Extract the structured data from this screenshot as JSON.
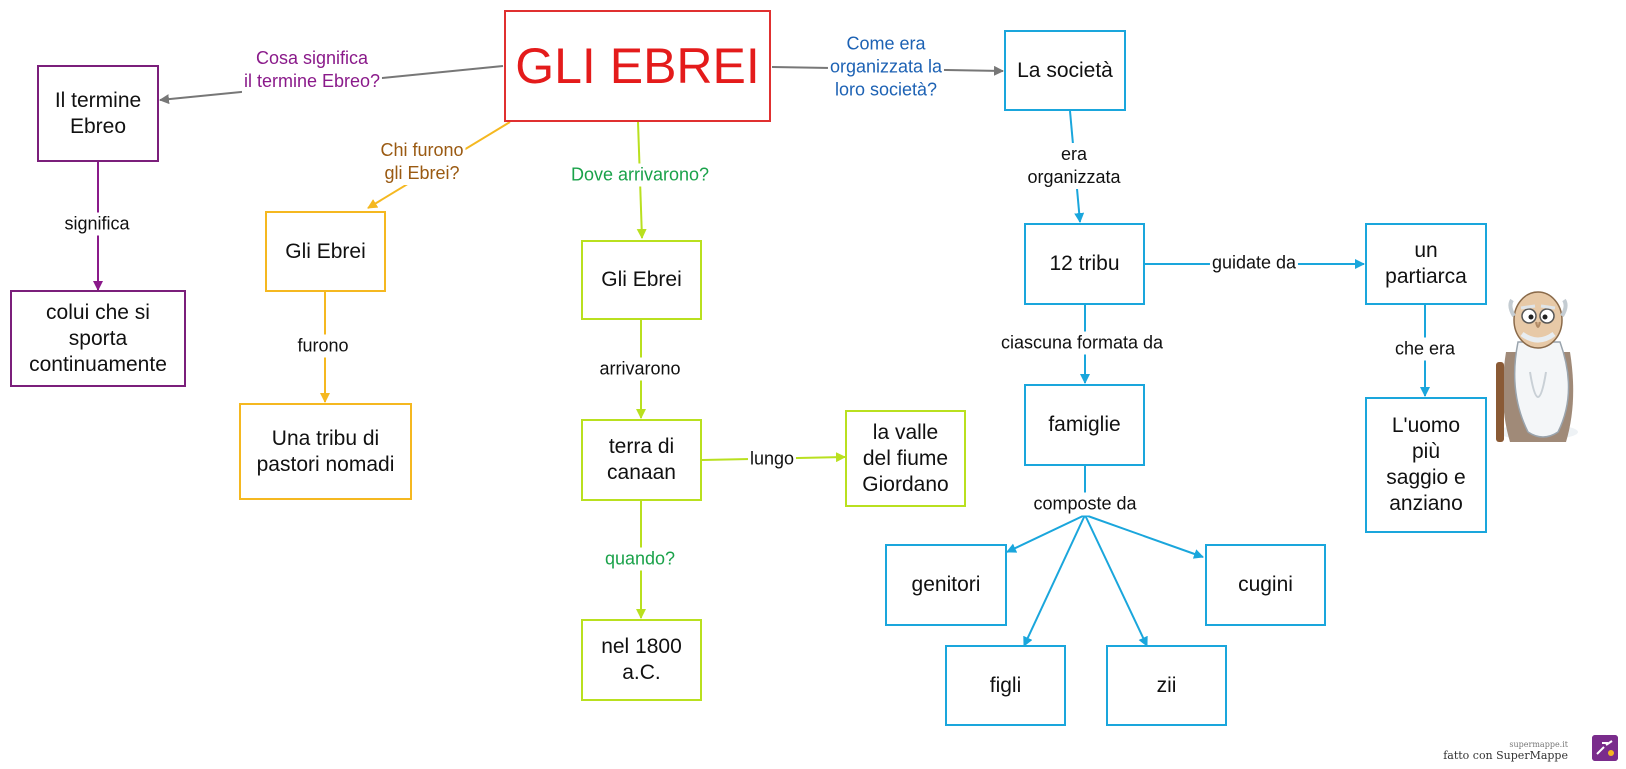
{
  "title": "GLI EBREI",
  "nodes": {
    "termine": "Il termine\nEbreo",
    "colui": "colui che si\nsporta\ncontinuamente",
    "ebrei_chi": "Gli Ebrei",
    "tribu_pastori": "Una tribu di\npastori nomadi",
    "ebrei_dove": "Gli Ebrei",
    "canaan": "terra di\ncanaan",
    "giordano": "la valle\ndel fiume\nGiordano",
    "anno": "nel 1800\na.C.",
    "societa": "La società",
    "tribu12": "12 tribu",
    "patriarca": "un\npartiarca",
    "uomo": "L'uomo\npiù\nsaggio e\nanziano",
    "famiglie": "famiglie",
    "genitori": "genitori",
    "cugini": "cugini",
    "figli": "figli",
    "zii": "zii"
  },
  "labels": {
    "cosa_significa": "Cosa significa\nil termine Ebreo?",
    "significa": "significa",
    "chi_furono": "Chi furono\ngli Ebrei?",
    "furono": "furono",
    "dove_arrivarono": "Dove arrivarono?",
    "arrivarono": "arrivarono",
    "lungo": "lungo",
    "quando": "quando?",
    "come_era": "Come era\norganizzata la\nloro società?",
    "era_organizzata": "era\norganizzata",
    "guidate_da": "guidate da",
    "che_era": "che era",
    "ciascuna_formata": "ciascuna formata da",
    "composte_da": "composte da"
  },
  "colors": {
    "purple": "#7b1f7b",
    "orange": "#f5b820",
    "lime": "#b9e01f",
    "cyan": "#1aa6dc",
    "gray": "#777777",
    "title_red": "#e41b1b"
  },
  "illustration_icon": "old-wise-man-icon",
  "credits": {
    "site": "supermappe.it",
    "text": "fatto con SuperMappe"
  }
}
